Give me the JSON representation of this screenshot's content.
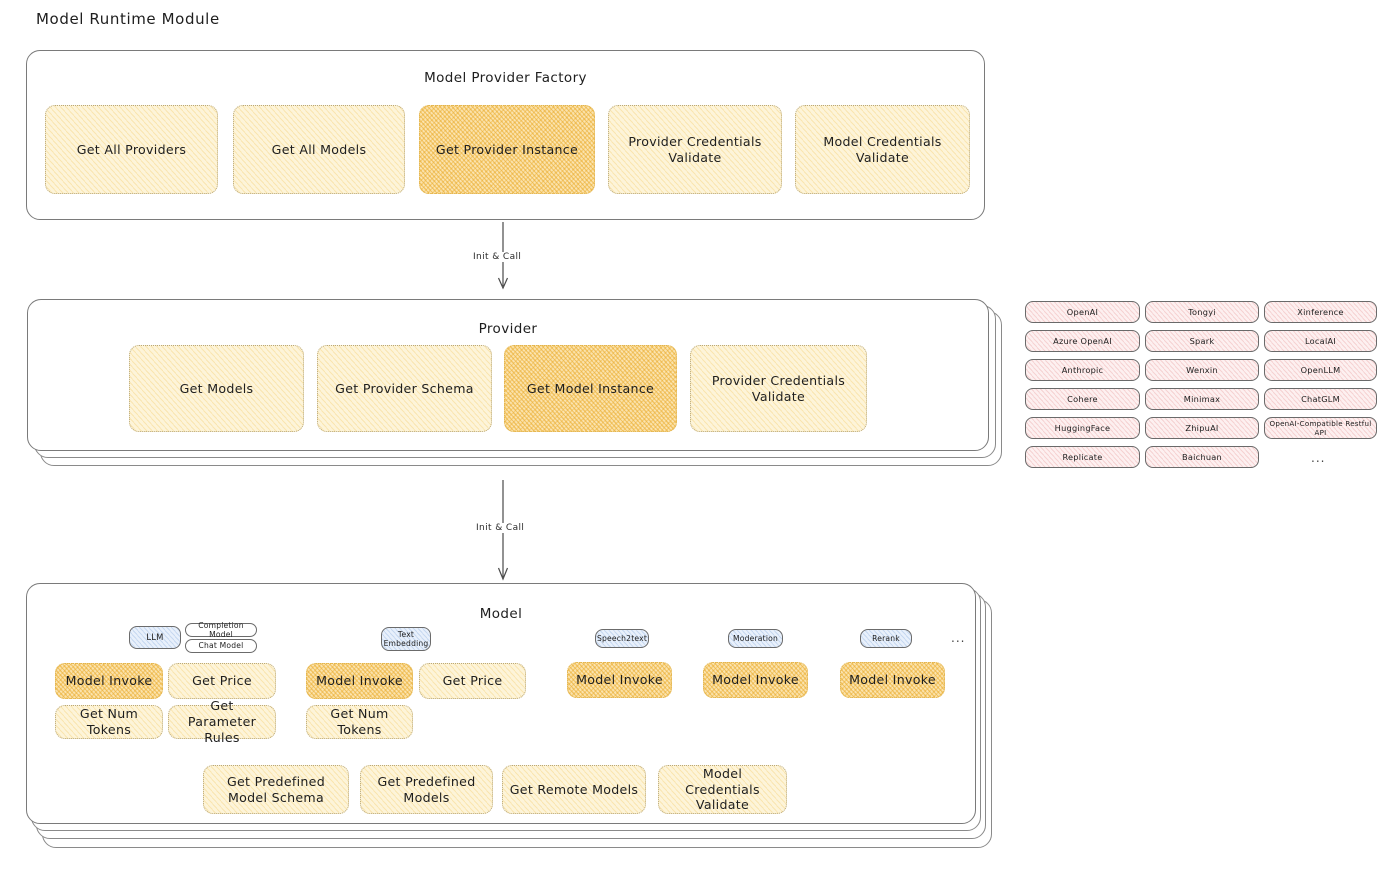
{
  "page": {
    "title": "Model Runtime Module"
  },
  "factory": {
    "title": "Model Provider Factory",
    "nodes": [
      {
        "label": "Get All Providers",
        "highlight": false
      },
      {
        "label": "Get All Models",
        "highlight": false
      },
      {
        "label": "Get Provider Instance",
        "highlight": true
      },
      {
        "label": "Provider Credentials Validate",
        "highlight": false
      },
      {
        "label": "Model Credentials Validate",
        "highlight": false
      }
    ]
  },
  "arrows": [
    {
      "label": "Init & Call"
    },
    {
      "label": "Init & Call"
    }
  ],
  "provider": {
    "title": "Provider",
    "nodes": [
      {
        "label": "Get Models",
        "highlight": false
      },
      {
        "label": "Get Provider Schema",
        "highlight": false
      },
      {
        "label": "Get Model Instance",
        "highlight": true
      },
      {
        "label": "Provider Credentials Validate",
        "highlight": false
      }
    ]
  },
  "provider_list": {
    "columns": [
      {
        "items": [
          "OpenAI",
          "Azure OpenAI",
          "Anthropic",
          "Cohere",
          "HuggingFace",
          "Replicate"
        ]
      },
      {
        "items": [
          "Tongyi",
          "Spark",
          "Wenxin",
          "Minimax",
          "ZhipuAI",
          "Baichuan"
        ]
      },
      {
        "items": [
          "Xinference",
          "LocalAI",
          "OpenLLM",
          "ChatGLM",
          "OpenAI-Compatible Restful API"
        ]
      }
    ],
    "more": "..."
  },
  "model": {
    "title": "Model",
    "more": "...",
    "types": [
      {
        "badge": "LLM",
        "sub_badges": [
          "Completion Model",
          "Chat Model"
        ],
        "methods": [
          {
            "label": "Model Invoke",
            "highlight": true
          },
          {
            "label": "Get Price",
            "highlight": false
          },
          {
            "label": "Get Num Tokens",
            "highlight": false
          },
          {
            "label": "Get Parameter Rules",
            "highlight": false
          }
        ]
      },
      {
        "badge": "Text Embedding",
        "sub_badges": [],
        "methods": [
          {
            "label": "Model Invoke",
            "highlight": true
          },
          {
            "label": "Get Price",
            "highlight": false
          },
          {
            "label": "Get Num Tokens",
            "highlight": false
          }
        ]
      },
      {
        "badge": "Speech2text",
        "sub_badges": [],
        "methods": [
          {
            "label": "Model Invoke",
            "highlight": true
          }
        ]
      },
      {
        "badge": "Moderation",
        "sub_badges": [],
        "methods": [
          {
            "label": "Model Invoke",
            "highlight": true
          }
        ]
      },
      {
        "badge": "Rerank",
        "sub_badges": [],
        "methods": [
          {
            "label": "Model Invoke",
            "highlight": true
          }
        ]
      }
    ],
    "common_methods": [
      {
        "label": "Get Predefined Model Schema"
      },
      {
        "label": "Get Predefined Models"
      },
      {
        "label": "Get Remote Models"
      },
      {
        "label": "Model Credentials Validate"
      }
    ]
  },
  "colors": {
    "node_fill": "#fdf4d9",
    "node_highlight_fill": "#fbe3ad",
    "chip_fill": "#fdf0f0",
    "badge_fill": "#e8f0fb",
    "stroke": "#1e1e1e"
  }
}
